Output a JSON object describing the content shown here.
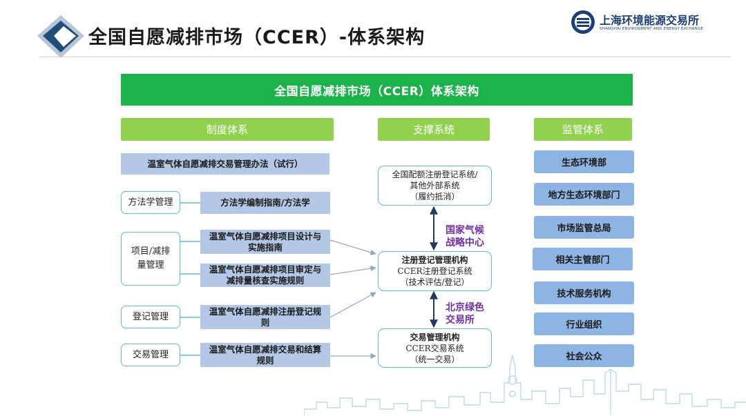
{
  "slide_title": "全国自愿减排市场（CCER）-体系架构",
  "logo": {
    "name": "上海环境能源交易所",
    "sub": "SHANGHAI ENVIRONMENT AND ENERGY EXCHANGE",
    "icon": "exchange-logo-icon"
  },
  "banner": "全国自愿减排市场（CCER）体系架构",
  "columns": {
    "institution": "制度体系",
    "support": "支撑系统",
    "supervision": "监管体系"
  },
  "institution": {
    "top_rule": "温室气体自愿减排交易管理办法（试行）",
    "rows": [
      {
        "category": "方法学管理",
        "rules": [
          "方法学编制指南/方法学"
        ]
      },
      {
        "category": "项目/减排量管理",
        "rules": [
          "温室气体自愿减排项目设计与实施指南",
          "温室气体自愿减排项目审定与减排量核查实施规则"
        ]
      },
      {
        "category": "登记管理",
        "rules": [
          "温室气体自愿减排注册登记规则"
        ]
      },
      {
        "category": "交易管理",
        "rules": [
          "温室气体自愿减排交易和结算规则"
        ]
      }
    ]
  },
  "support": {
    "systems": [
      {
        "lines": [
          "全国配额注册登记系统/",
          "其他外部系统",
          "（履约抵消）"
        ]
      },
      {
        "title": "注册登记管理机构",
        "lines": [
          "CCER注册登记系统",
          "（技术评估/登记）"
        ]
      },
      {
        "title": "交易管理机构",
        "lines": [
          "CCER交易系统",
          "（统一交易）"
        ]
      }
    ],
    "links": [
      "国家气候战略中心",
      "北京绿色交易所"
    ]
  },
  "supervision": [
    "生态环境部",
    "地方生态环境部门",
    "市场监管总局",
    "相关主管部门",
    "技术服务机构",
    "行业组织",
    "社会公众"
  ],
  "colors": {
    "green_banner": "#1bb24a",
    "green_header": "#92d050",
    "rule_box": "#b4c7e7",
    "supervision_box": "#8eb4e3",
    "outline": "#5fb7d8",
    "link_text": "#7030a0",
    "arrow": "#8fa6c4",
    "double_arrow": "#1f3864"
  }
}
